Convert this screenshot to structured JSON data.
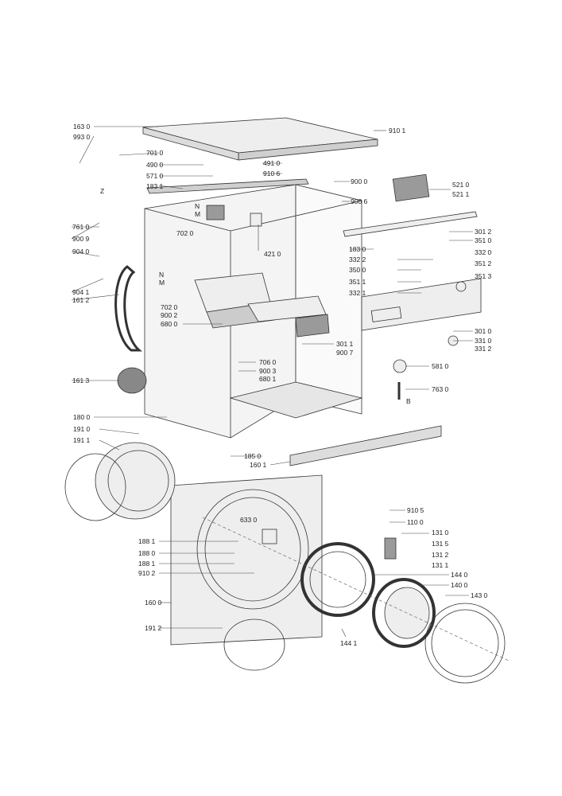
{
  "labels": [
    "163 0",
    "993 0",
    "701 0",
    "490 0",
    "571 0",
    "183 1",
    "910 1",
    "491 0",
    "910 6",
    "900 0",
    "900 6",
    "521 0",
    "521 1",
    "761 0",
    "900 9",
    "702 0",
    "904 0",
    "421 0",
    "183 0",
    "301 2",
    "351 0",
    "332 2",
    "332 0",
    "350 0",
    "351 2",
    "351 1",
    "351 3",
    "332 1",
    "904 1",
    "161 2",
    "702 0",
    "900 2",
    "680 0",
    "301 0",
    "331 0",
    "331 2",
    "301 1",
    "900 7",
    "706 0",
    "900 3",
    "680 1",
    "581 0",
    "161 3",
    "763 0",
    "180 0",
    "191 0",
    "191 1",
    "185 0",
    "160 1",
    "910 5",
    "633 0",
    "110 0",
    "131 0",
    "131 5",
    "131 2",
    "131 1",
    "188 1",
    "188 0",
    "188 1",
    "910 2",
    "144 0",
    "140 0",
    "143 0",
    "160 0",
    "191 2",
    "144 1"
  ],
  "markers": [
    "N",
    "M",
    "N",
    "M",
    "Z",
    "B"
  ]
}
